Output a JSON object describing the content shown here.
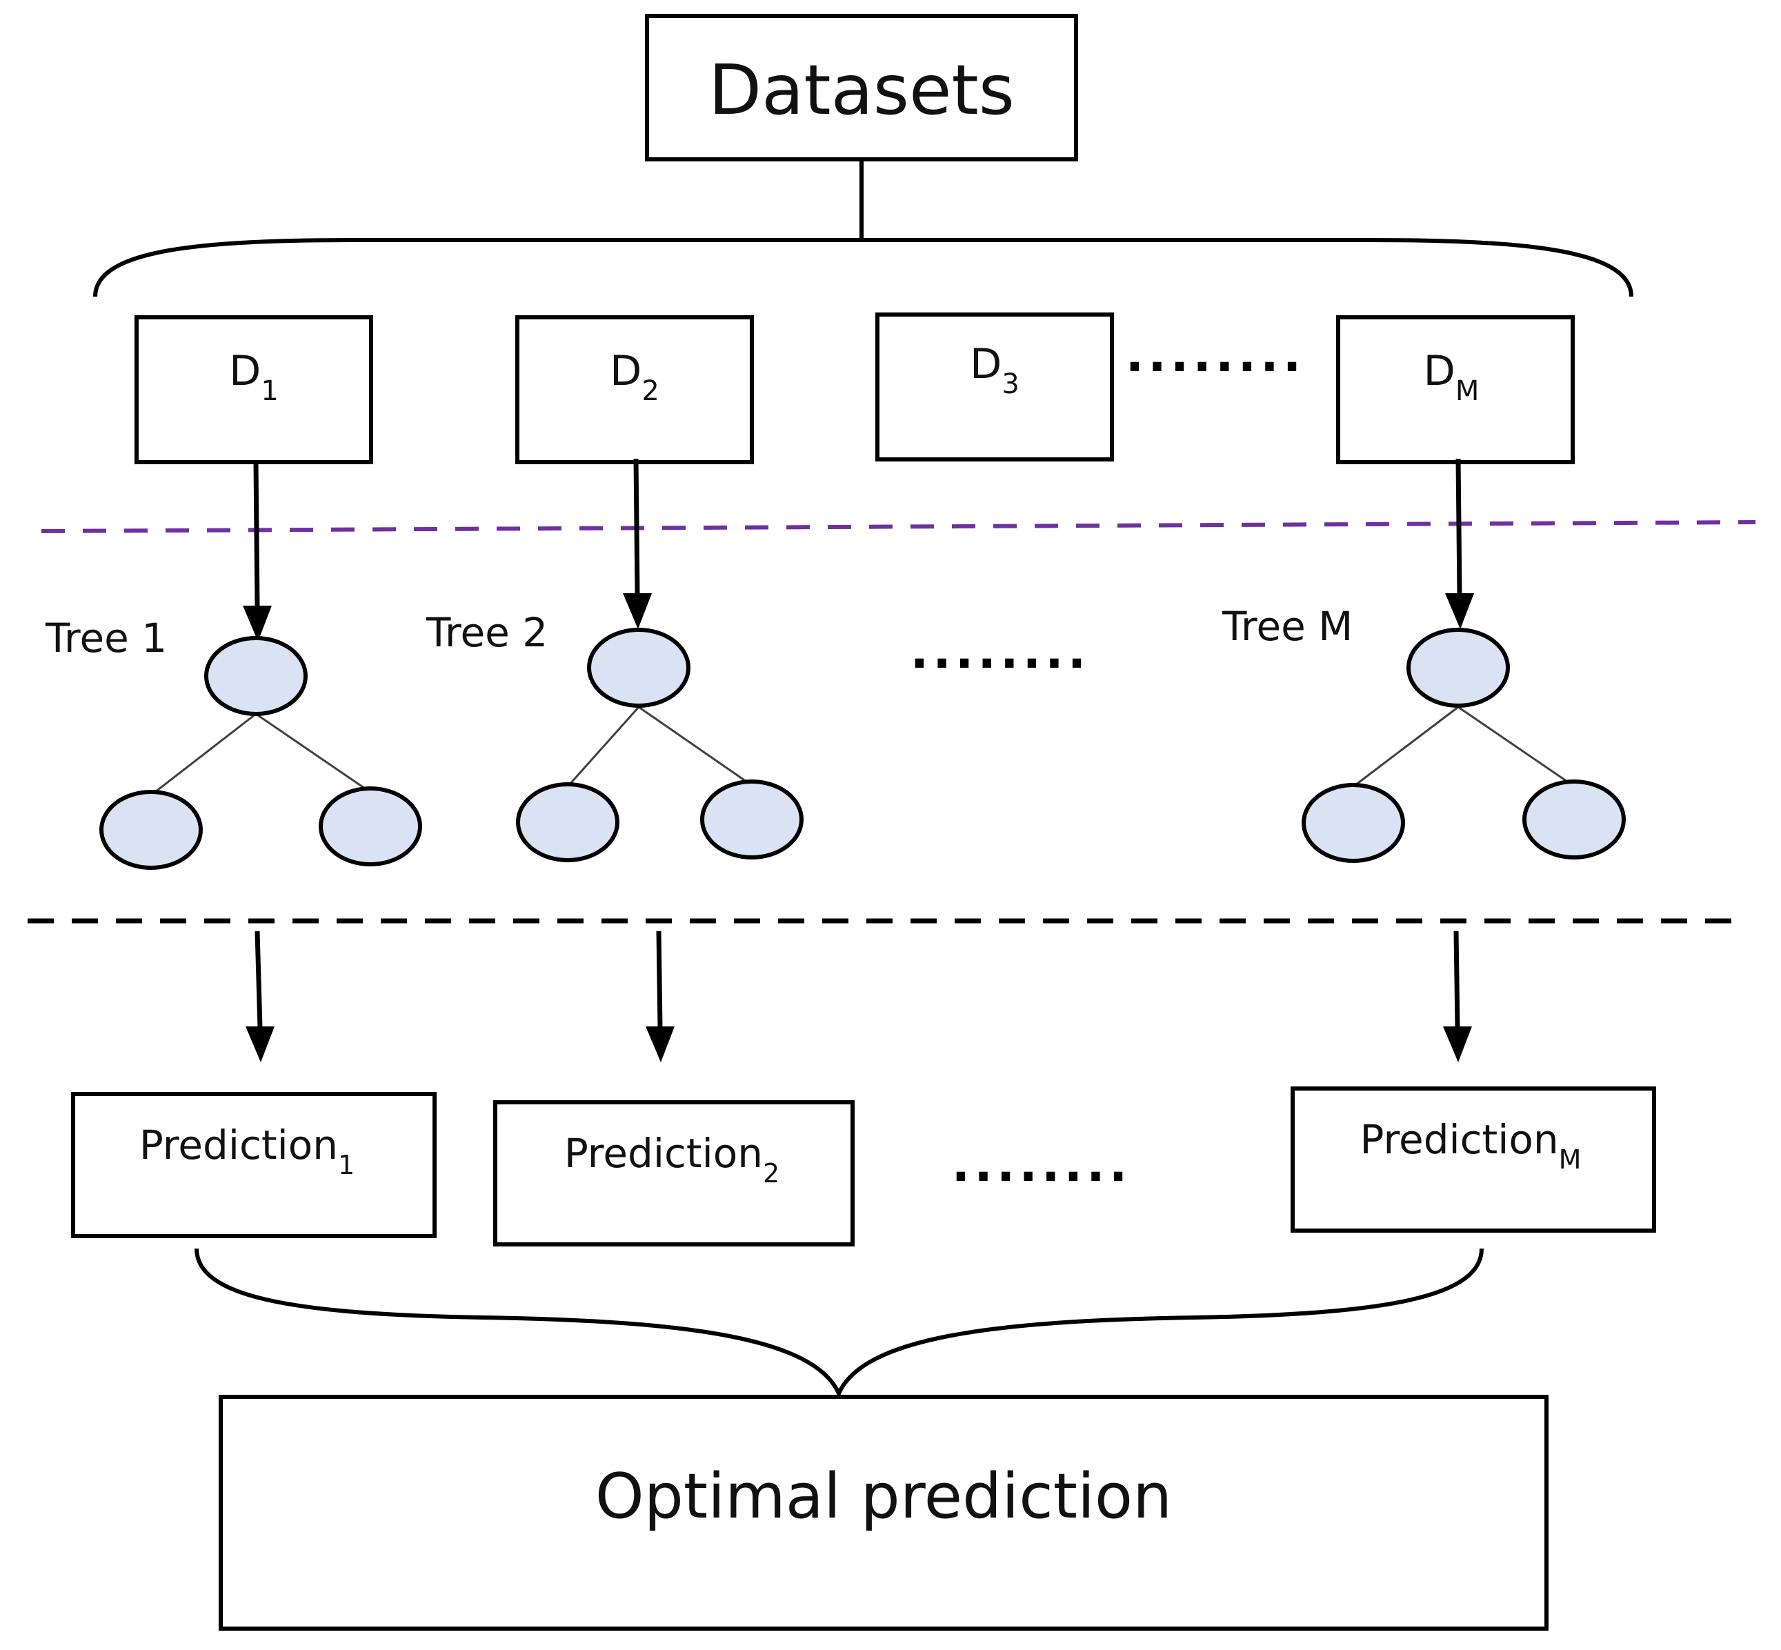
{
  "top": {
    "label": "Datasets"
  },
  "subsets": [
    {
      "base": "D",
      "sub": "1"
    },
    {
      "base": "D",
      "sub": "2"
    },
    {
      "base": "D",
      "sub": "3"
    },
    {
      "base": "D",
      "sub": "M"
    }
  ],
  "trees": [
    {
      "label": "Tree 1"
    },
    {
      "label": "Tree 2"
    },
    {
      "label": "Tree M"
    }
  ],
  "predictions": [
    {
      "base": "Prediction",
      "sub": "1"
    },
    {
      "base": "Prediction",
      "sub": "2"
    },
    {
      "base": "Prediction",
      "sub": "M"
    }
  ],
  "ellipsis": "........",
  "bottom": {
    "label": "Optimal prediction"
  },
  "colors": {
    "node_fill": "#dae3f3",
    "dashed_upper": "#7030a0",
    "dashed_lower": "#000000"
  }
}
